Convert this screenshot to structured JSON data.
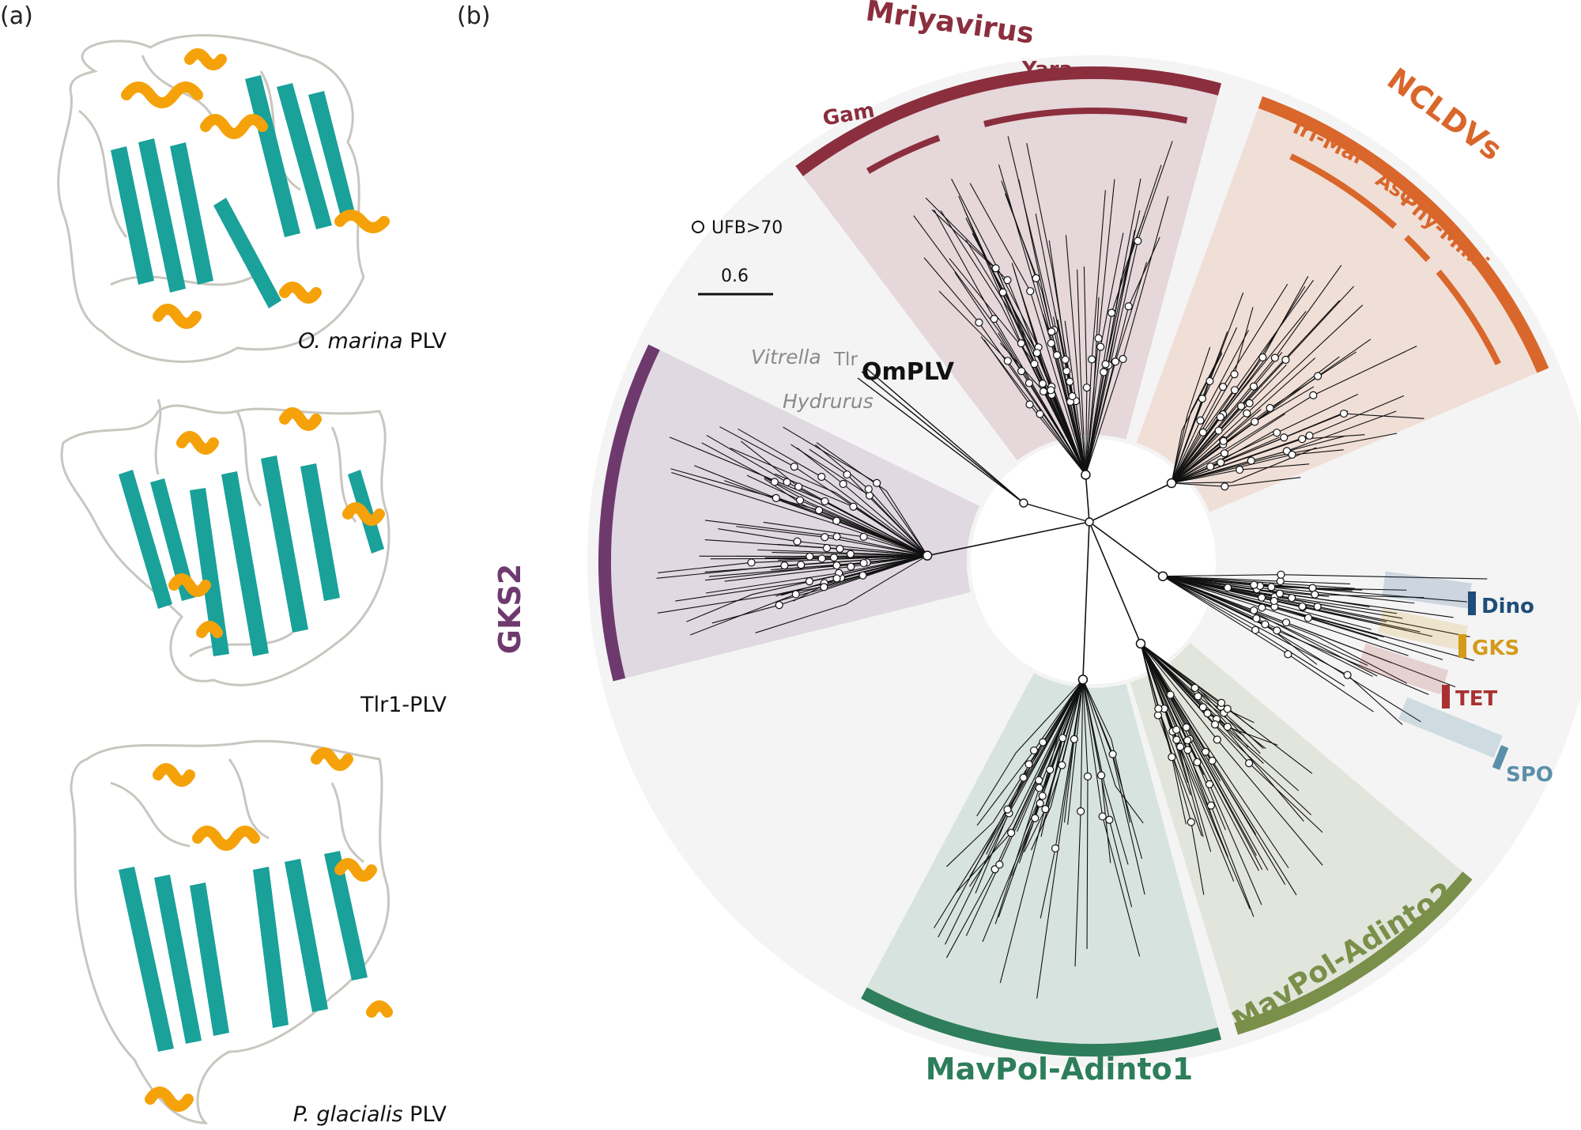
{
  "panels": {
    "a": "(a)",
    "b": "(b)"
  },
  "structures": [
    {
      "species": "O. marina",
      "suffix": " PLV"
    },
    {
      "species": "",
      "suffix": "Tlr1-PLV"
    },
    {
      "species": "P. glacialis",
      "suffix": " PLV"
    }
  ],
  "legend": {
    "node_support": "UFB>70",
    "scale": "0.6"
  },
  "clades": {
    "mriyavirus": {
      "label": "Mriyavirus",
      "color": "#8b2e3e",
      "sub": [
        "Gam",
        "Yara"
      ]
    },
    "ncldvs": {
      "label": "NCLDVs",
      "color": "#d9662b",
      "sub": [
        "Iri-Mar",
        "Asc",
        "Phy-Mimi"
      ]
    },
    "gks2": {
      "label": "GKS2",
      "color": "#6e3a6e"
    },
    "adinto1": {
      "label": "MavPol-Adinto1",
      "color": "#2e7d5b"
    },
    "adinto2": {
      "label": "MavPol-Adinto2",
      "color": "#7a8f4a"
    },
    "dino": {
      "label": "Dino",
      "color": "#1e4d7a"
    },
    "gks": {
      "label": "GKS",
      "color": "#d49a1a"
    },
    "tet": {
      "label": "TET",
      "color": "#a83232"
    },
    "spo": {
      "label": "SPO",
      "color": "#5b8fa8"
    }
  },
  "tips": {
    "vitrella": "Vitrella",
    "tlr": "Tlr",
    "omplv": "OmPLV",
    "hydrurus": "Hydrurus"
  },
  "colors": {
    "helix": "#f5a20a",
    "strand": "#19a19a",
    "coil": "#c8c6bf",
    "ring": "#f4f4f4"
  }
}
